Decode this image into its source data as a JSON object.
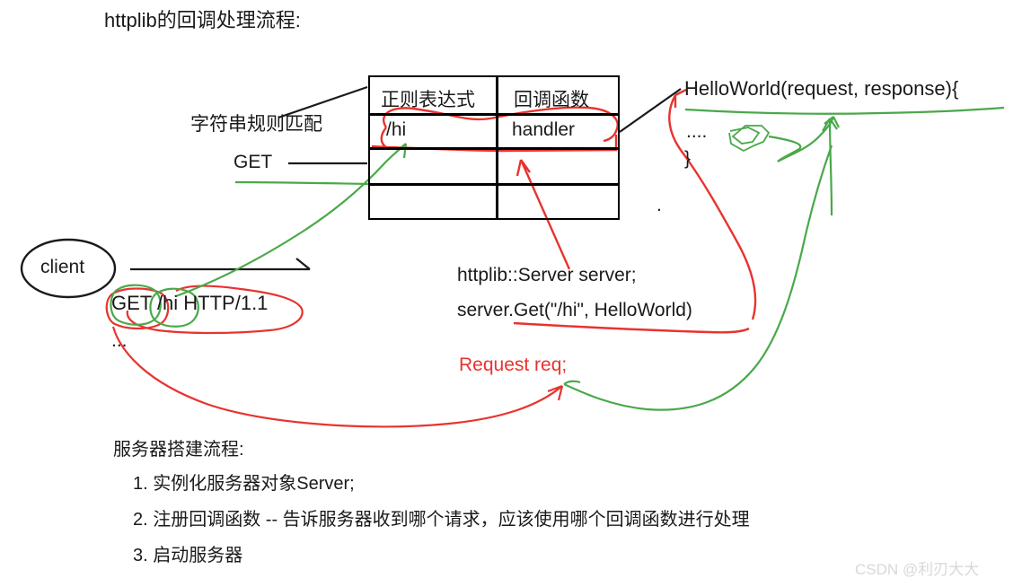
{
  "page": {
    "title": "httplib的回调处理流程:",
    "watermark": "CSDN @利刃大大",
    "colors": {
      "ink": "#1a1a1a",
      "red": "#e8332f",
      "green": "#4aa84a",
      "background": "#ffffff",
      "watermark": "#d8d8d8"
    }
  },
  "labels": {
    "string_rule_match": "字符串规则匹配",
    "get_method": "GET",
    "client": "client",
    "stray_dot": "."
  },
  "table": {
    "headers": [
      "正则表达式",
      "回调函数"
    ],
    "rows": [
      [
        "/hi",
        "handler"
      ],
      [
        "",
        ""
      ],
      [
        "",
        ""
      ]
    ]
  },
  "handler_block": {
    "signature": "HelloWorld(request, response){",
    "body": "....",
    "closing": "}"
  },
  "request_sample": {
    "request_line": "GET /hi HTTP/1.1",
    "more": "..."
  },
  "code": {
    "line1": "httplib::Server server;",
    "line2": "server.Get(\"/hi\", HelloWorld)",
    "request_obj": "Request req;"
  },
  "server_flow": {
    "title": "服务器搭建流程:",
    "items": [
      "1. 实例化服务器对象Server;",
      "2. 注册回调函数 -- 告诉服务器收到哪个请求，应该使用哪个回调函数进行处理",
      "3. 启动服务器"
    ]
  }
}
